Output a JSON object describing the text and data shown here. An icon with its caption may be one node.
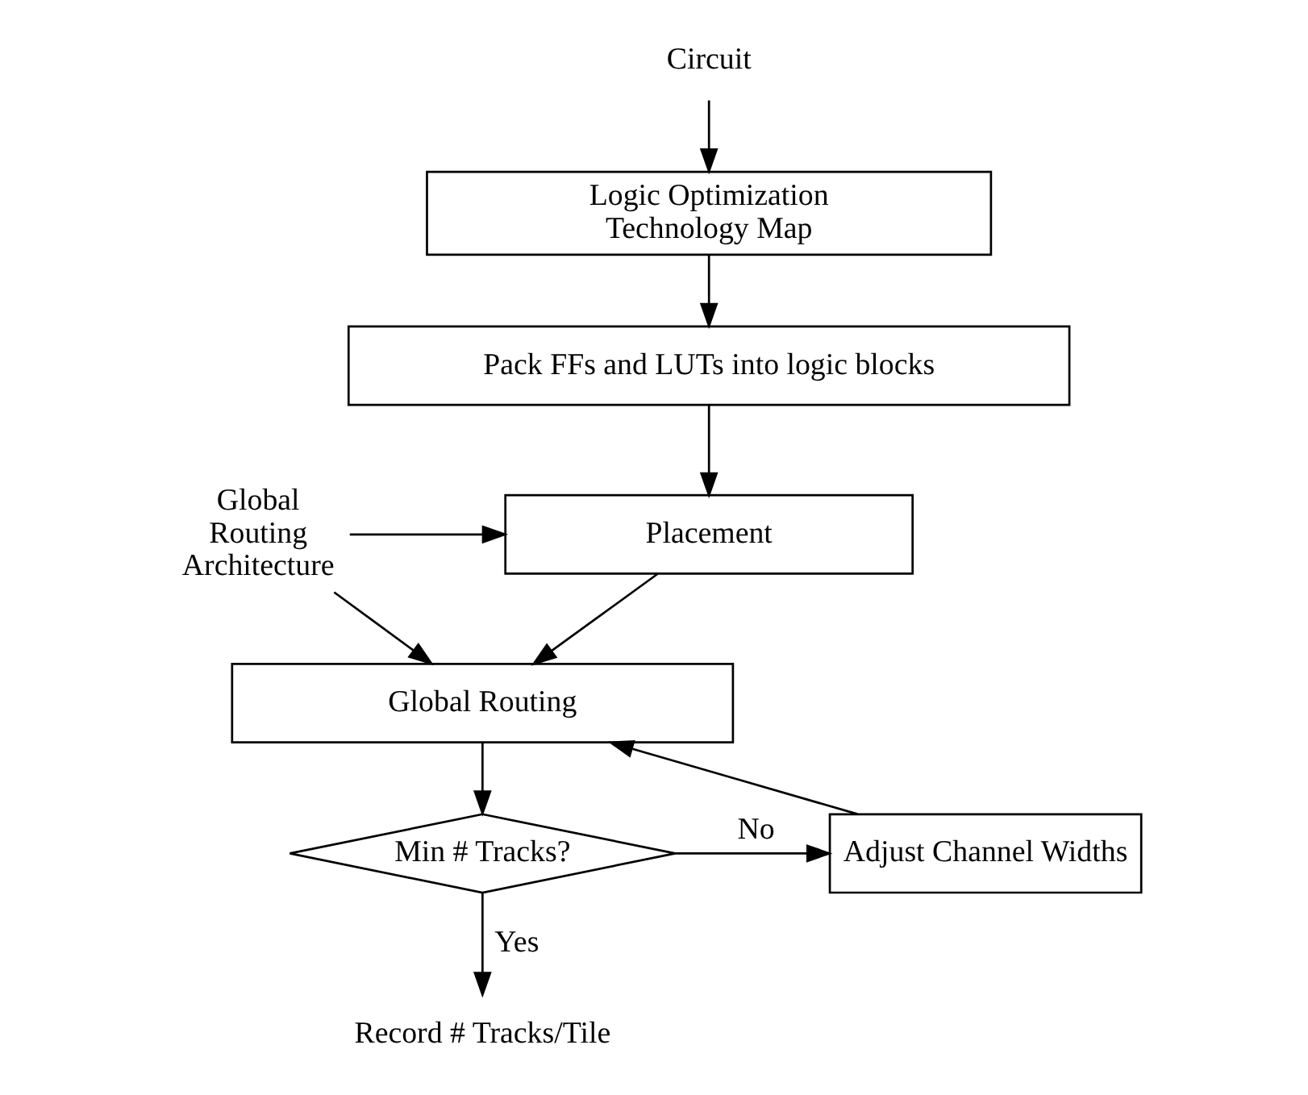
{
  "diagram": {
    "nodes": [
      {
        "text": [
          "Circuit"
        ]
      },
      {
        "text": [
          "Logic Optimization",
          "Technology Map"
        ]
      },
      {
        "text": [
          "Pack FFs and LUTs into logic blocks"
        ]
      },
      {
        "text": [
          "Placement"
        ]
      },
      {
        "text": [
          "Global Routing"
        ]
      },
      {
        "text": [
          "Global Routing Architecture"
        ]
      },
      {
        "text": [
          "Min # Tracks?"
        ]
      },
      {
        "text": [
          "Adjust Channel Widths"
        ]
      },
      {
        "text": [
          "Record # Tracks/Tile"
        ]
      }
    ],
    "edges": [
      {
        "from": 0,
        "to": 1,
        "arrow": "to"
      },
      {
        "from": 1,
        "to": 2,
        "arrow": "to"
      },
      {
        "from": 2,
        "to": 3,
        "arrow": "to"
      },
      {
        "from": 5,
        "to": 3,
        "arrow": "to"
      },
      {
        "from": 5,
        "to": 4,
        "arrow": "to"
      },
      {
        "from": 3,
        "to": 4,
        "arrow": "to"
      },
      {
        "from": 4,
        "to": 6,
        "arrow": "to"
      },
      {
        "from": 6,
        "to": 7,
        "arrow": "to",
        "label": "No"
      },
      {
        "from": 7,
        "to": 4,
        "arrow": "to"
      },
      {
        "from": 6,
        "to": 8,
        "arrow": "to",
        "label": "Yes"
      }
    ]
  }
}
